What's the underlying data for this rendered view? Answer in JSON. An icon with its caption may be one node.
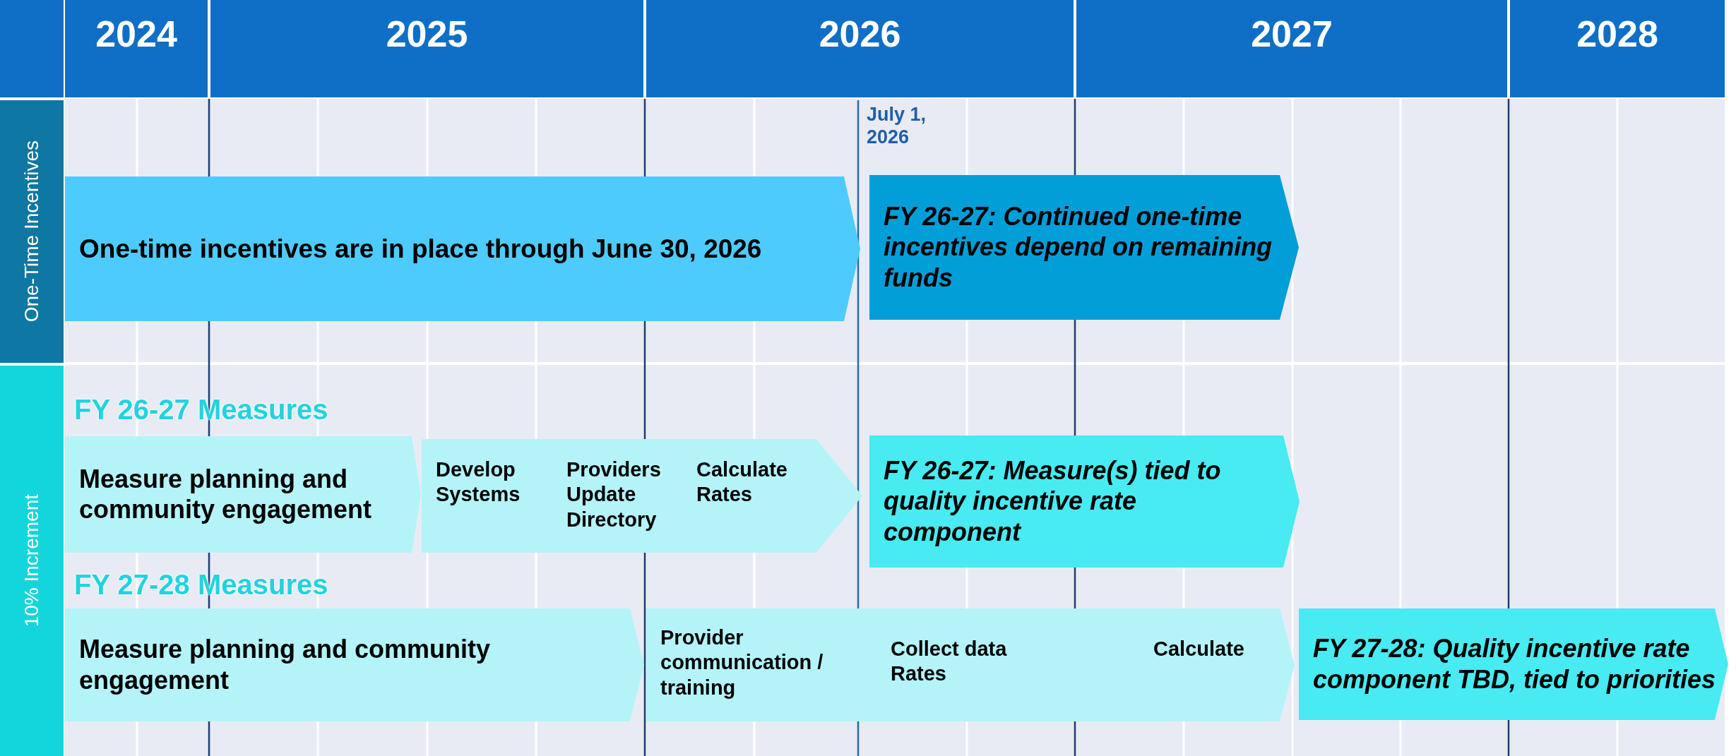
{
  "diagram": {
    "nodes": [
      {
        "text": [
          "2024"
        ]
      },
      {
        "text": [
          "2025"
        ]
      },
      {
        "text": [
          "2026"
        ]
      },
      {
        "text": [
          "2027"
        ]
      },
      {
        "text": [
          "2028"
        ]
      },
      {
        "text": [
          "One-Time Incentives"
        ]
      },
      {
        "text": [
          "One-time incentives are in place through June 30, 2026"
        ]
      },
      {
        "text": [
          "FY 26-27: Continued one-time incentives depend on remaining funds"
        ]
      },
      {
        "text": [
          "10% Increment"
        ]
      },
      {
        "text": [
          "Measure planning and community engagement"
        ]
      },
      {
        "text": [
          "Develop Systems",
          "Providers Update Directory",
          "Calculate Rates"
        ]
      },
      {
        "text": [
          "FY 26-27: Measure(s) tied to quality incentive rate component"
        ]
      },
      {
        "text": [
          "Measure planning and community engagement"
        ]
      },
      {
        "text": [
          "Provider communication / training",
          "Collect data Rates",
          "Calculate"
        ]
      },
      {
        "text": [
          "FY 27-28: Quality incentive rate component TBD, tied to priorities"
        ]
      }
    ],
    "labels": [
      "July 1, 2026",
      "FY 26-27 Measures",
      "FY 27-28 Measures"
    ]
  }
}
